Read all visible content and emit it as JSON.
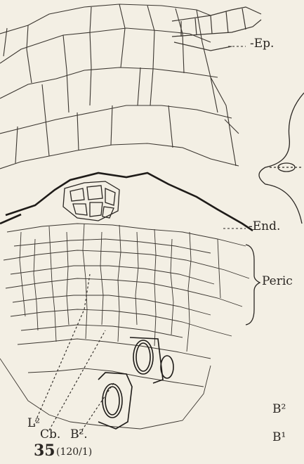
{
  "figure": {
    "number": "35",
    "magnification": "(120/1)",
    "labels": {
      "epidermis": "-Ep.",
      "endodermis": "-End.",
      "pericycle": "Peric",
      "l2": "L²",
      "cb": "Cb.",
      "b2_left": "B².",
      "b2_right": "B²",
      "b1_right": "B¹"
    }
  }
}
